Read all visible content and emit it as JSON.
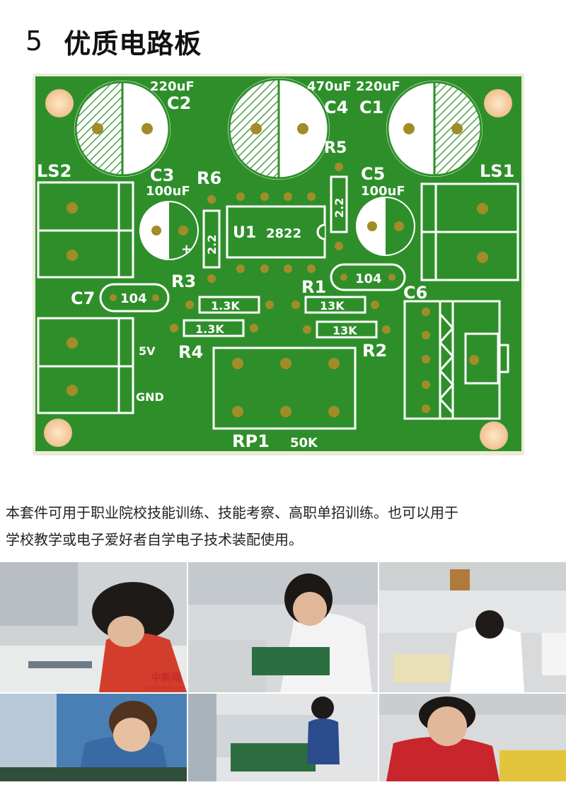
{
  "section": {
    "number": "5",
    "title": "优质电路板"
  },
  "pcb": {
    "labels": {
      "c2_value": "220uF",
      "c2": "C2",
      "c4_c1_values": "470uF 220uF",
      "c4": "C4",
      "c1": "C1",
      "r5": "R5",
      "ls2": "LS2",
      "ls1": "LS1",
      "c3": "C3",
      "r6": "R6",
      "c3_value": "100uF",
      "c5": "C5",
      "c5_value": "100uF",
      "u1": "U1",
      "ic": "2822",
      "r6_value": "2.2",
      "r5_value": "2.2",
      "r3": "R3",
      "r1": "R1",
      "c7": "C7",
      "c7_value": "104",
      "c6": "C6",
      "c6_value": "104",
      "r3_value": "1.3K",
      "r4_value": "1.3K",
      "r1_value": "13K",
      "r2_value": "13K",
      "r4": "R4",
      "r2": "R2",
      "v5": "5V",
      "gnd": "GND",
      "rp1": "RP1",
      "rp1_value": "50K",
      "plus": "+"
    },
    "colors": {
      "board": "#2e8f2a",
      "board_dark": "#1f6e1c",
      "silk": "#ffffff",
      "pad": "#a28c28",
      "edge": "#e8e8d0"
    }
  },
  "description": {
    "line1": "本套件可用于职业院校技能训练、技能考察、高职单招训练。也可以用于",
    "line2": "学校教学或电子爱好者自学电子技术装配使用。"
  },
  "photos": {
    "watermark_1": "中新网",
    "watermark_1_sub": "Chinanews.com"
  }
}
